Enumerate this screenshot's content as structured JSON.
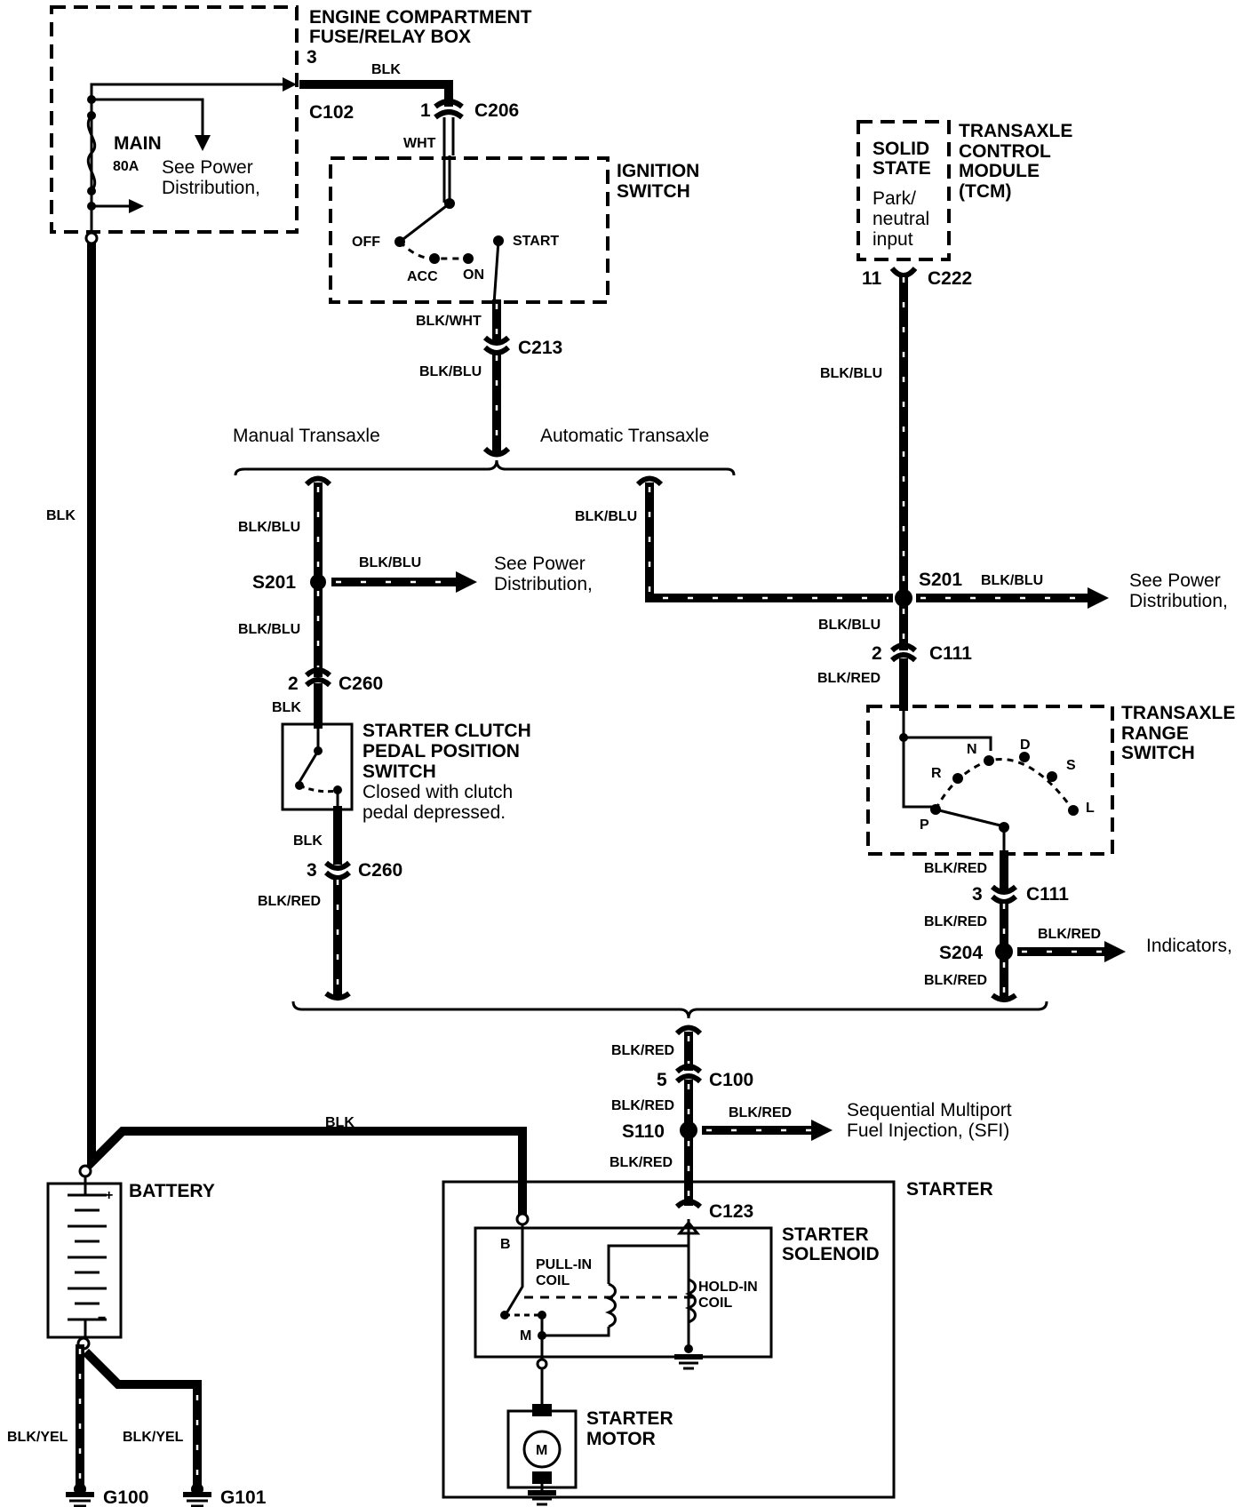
{
  "fuse_box": {
    "title_line1": "ENGINE COMPARTMENT",
    "title_line2": "FUSE/RELAY BOX",
    "fuse_name": "MAIN",
    "fuse_rating": "80A",
    "note_line1": "See Power",
    "note_line2": "Distribution,",
    "pin": "3",
    "connector": "C102"
  },
  "ignition_switch": {
    "title_line1": "IGNITION",
    "title_line2": "SWITCH",
    "pos_off": "OFF",
    "pos_acc": "ACC",
    "pos_on": "ON",
    "pos_start": "START",
    "in_pin": "1",
    "in_connector": "C206",
    "in_wire": "WHT",
    "out_connector": "C213",
    "out_wire_upper": "BLK/WHT",
    "out_wire_lower": "BLK/BLU"
  },
  "wires": {
    "fusebox_to_ignition": "BLK",
    "battery_to_fusebox": "BLK",
    "battery_to_starter": "BLK",
    "ground_left": "BLK/YEL",
    "ground_right": "BLK/YEL"
  },
  "branches": {
    "manual": "Manual Transaxle",
    "automatic": "Automatic Transaxle"
  },
  "manual_path": {
    "wire_top": "BLK/BLU",
    "splice": "S201",
    "splice_wire": "BLK/BLU",
    "splice_note_line1": "See Power",
    "splice_note_line2": "Distribution,",
    "wire_mid": "BLK/BLU",
    "conn_top_pin": "2",
    "conn_top": "C260",
    "wire_blk_top": "BLK",
    "switch_title_line1": "STARTER CLUTCH",
    "switch_title_line2": "PEDAL POSITION",
    "switch_title_line3": "SWITCH",
    "switch_note_line1": "Closed with clutch",
    "switch_note_line2": "pedal depressed.",
    "wire_blk_bottom": "BLK",
    "conn_bottom_pin": "3",
    "conn_bottom": "C260",
    "wire_bottom": "BLK/RED"
  },
  "automatic_path": {
    "wire_branch": "BLK/BLU",
    "tcm_state_line1": "SOLID",
    "tcm_state_line2": "STATE",
    "tcm_input_line1": "Park/",
    "tcm_input_line2": "neutral",
    "tcm_input_line3": "input",
    "tcm_title_line1": "TRANSAXLE",
    "tcm_title_line2": "CONTROL",
    "tcm_title_line3": "MODULE",
    "tcm_title_line4": "(TCM)",
    "tcm_pin": "11",
    "tcm_connector": "C222",
    "wire_tcm": "BLK/BLU",
    "splice": "S201",
    "splice_wire": "BLK/BLU",
    "splice_note_line1": "See Power",
    "splice_note_line2": "Distribution,",
    "wire_below_splice": "BLK/BLU",
    "c111_top_pin": "2",
    "c111_top": "C111",
    "wire_red_top": "BLK/RED",
    "range_title_line1": "TRANSAXLE",
    "range_title_line2": "RANGE",
    "range_title_line3": "SWITCH",
    "pos_p": "P",
    "pos_r": "R",
    "pos_n": "N",
    "pos_d": "D",
    "pos_s": "S",
    "pos_l": "L",
    "wire_red_mid": "BLK/RED",
    "c111_bottom_pin": "3",
    "c111_bottom": "C111",
    "wire_red_lower": "BLK/RED",
    "splice2": "S204",
    "splice2_wire": "BLK/RED",
    "splice2_note": "Indicators,",
    "wire_red_bottom": "BLK/RED"
  },
  "starter_feed": {
    "wire_top": "BLK/RED",
    "c100_pin": "5",
    "c100": "C100",
    "wire_mid": "BLK/RED",
    "splice": "S110",
    "splice_wire": "BLK/RED",
    "splice_note_line1": "Sequential Multiport",
    "splice_note_line2": "Fuel Injection, (SFI)",
    "wire_bottom": "BLK/RED",
    "c123": "C123"
  },
  "battery": {
    "label": "BATTERY",
    "plus": "+",
    "minus": "−"
  },
  "starter": {
    "title": "STARTER",
    "solenoid_line1": "STARTER",
    "solenoid_line2": "SOLENOID",
    "terminal_b": "B",
    "terminal_m": "M",
    "pullin_line1": "PULL-IN",
    "pullin_line2": "COIL",
    "holdin_line1": "HOLD-IN",
    "holdin_line2": "COIL",
    "motor_line1": "STARTER",
    "motor_line2": "MOTOR",
    "motor_symbol": "M"
  },
  "grounds": {
    "g1": "G100",
    "g2": "G101"
  }
}
